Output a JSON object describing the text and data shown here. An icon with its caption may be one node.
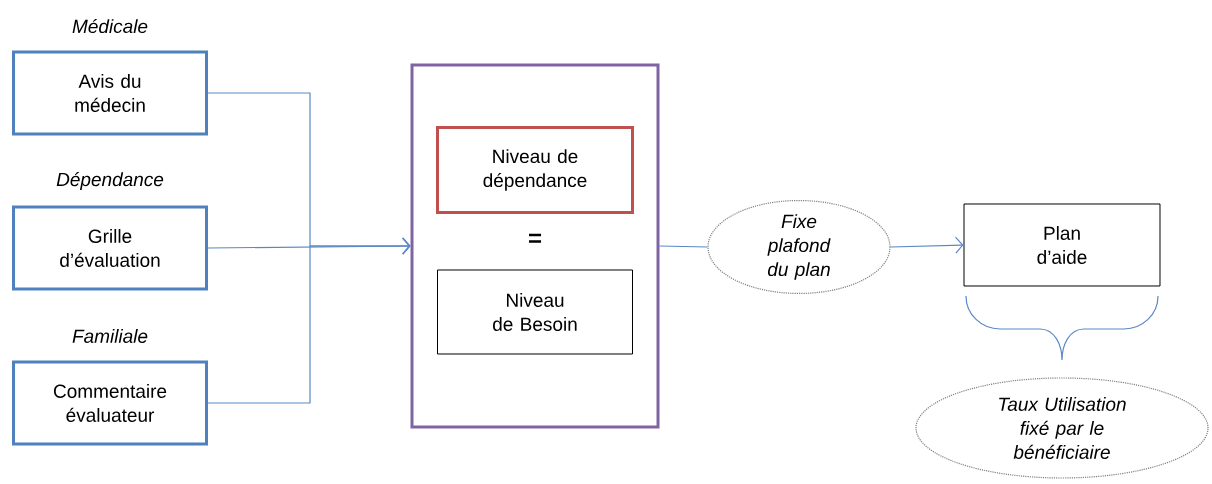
{
  "diagram": {
    "nodes": [
      {
        "text": [
          "Médicale",
          "Avis du médecin"
        ]
      },
      {
        "text": [
          "Dépendance",
          "Grille d’évaluation"
        ]
      },
      {
        "text": [
          "Familiale",
          "Commentaire évaluateur"
        ]
      },
      {
        "text": [],
        "shape": "box"
      },
      {
        "text": [
          "Niveau de dépendance"
        ],
        "in": 3
      },
      {
        "text": [
          "Niveau de Besoin"
        ],
        "in": 3
      },
      {
        "text": [
          "Fixe plafond du plan"
        ]
      },
      {
        "text": [
          "Plan d’aide"
        ]
      },
      {
        "text": [
          "Taux Utilisation fixé par le bénéficiaire"
        ]
      }
    ],
    "edges": [
      {
        "from": 0,
        "to": 3,
        "arrow": "to"
      },
      {
        "from": 1,
        "to": 3,
        "arrow": "to"
      },
      {
        "from": 2,
        "to": 3,
        "arrow": "to"
      },
      {
        "from": 3,
        "to": 6,
        "arrow": "none"
      },
      {
        "from": 6,
        "to": 7,
        "arrow": "to"
      }
    ],
    "labels": [
      "="
    ]
  }
}
